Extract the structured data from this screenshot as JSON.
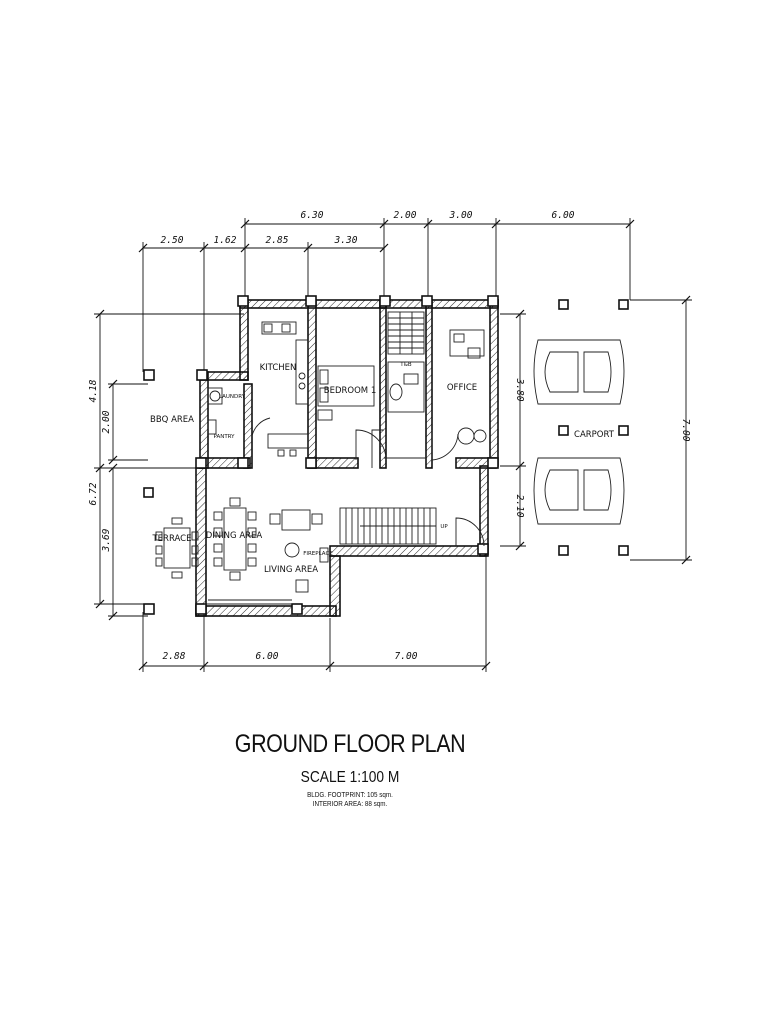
{
  "plan": {
    "rooms": {
      "kitchen": "KITCHEN",
      "bedroom": "BEDROOM 1",
      "office": "OFFICE",
      "carport": "CARPORT",
      "bbq": "BBQ AREA",
      "laundry": "LAUNDRY",
      "pantry": "PANTRY",
      "terrace": "TERRACE",
      "dining": "DINING AREA",
      "living": "LIVING AREA",
      "fireplace": "FIREPLACE",
      "stair_up": "UP",
      "tb": "T&B"
    },
    "dimensions": {
      "top_outer": [
        "6.30",
        "2.00",
        "3.00",
        "6.00"
      ],
      "top_inner": [
        "2.50",
        "1.62",
        "2.85",
        "3.30"
      ],
      "left": [
        "4.18",
        "2.00",
        "6.72",
        "3.69"
      ],
      "right": [
        "3.80",
        "2.10",
        "7.00"
      ],
      "bottom": [
        "2.88",
        "6.00",
        "7.00"
      ]
    }
  },
  "title": {
    "main": "GROUND FLOOR PLAN",
    "scale": "SCALE 1:100 M",
    "footprint": "BLDG. FOOTPRINT: 105 sqm.",
    "interior": "INTERIOR AREA: 88 sqm."
  }
}
